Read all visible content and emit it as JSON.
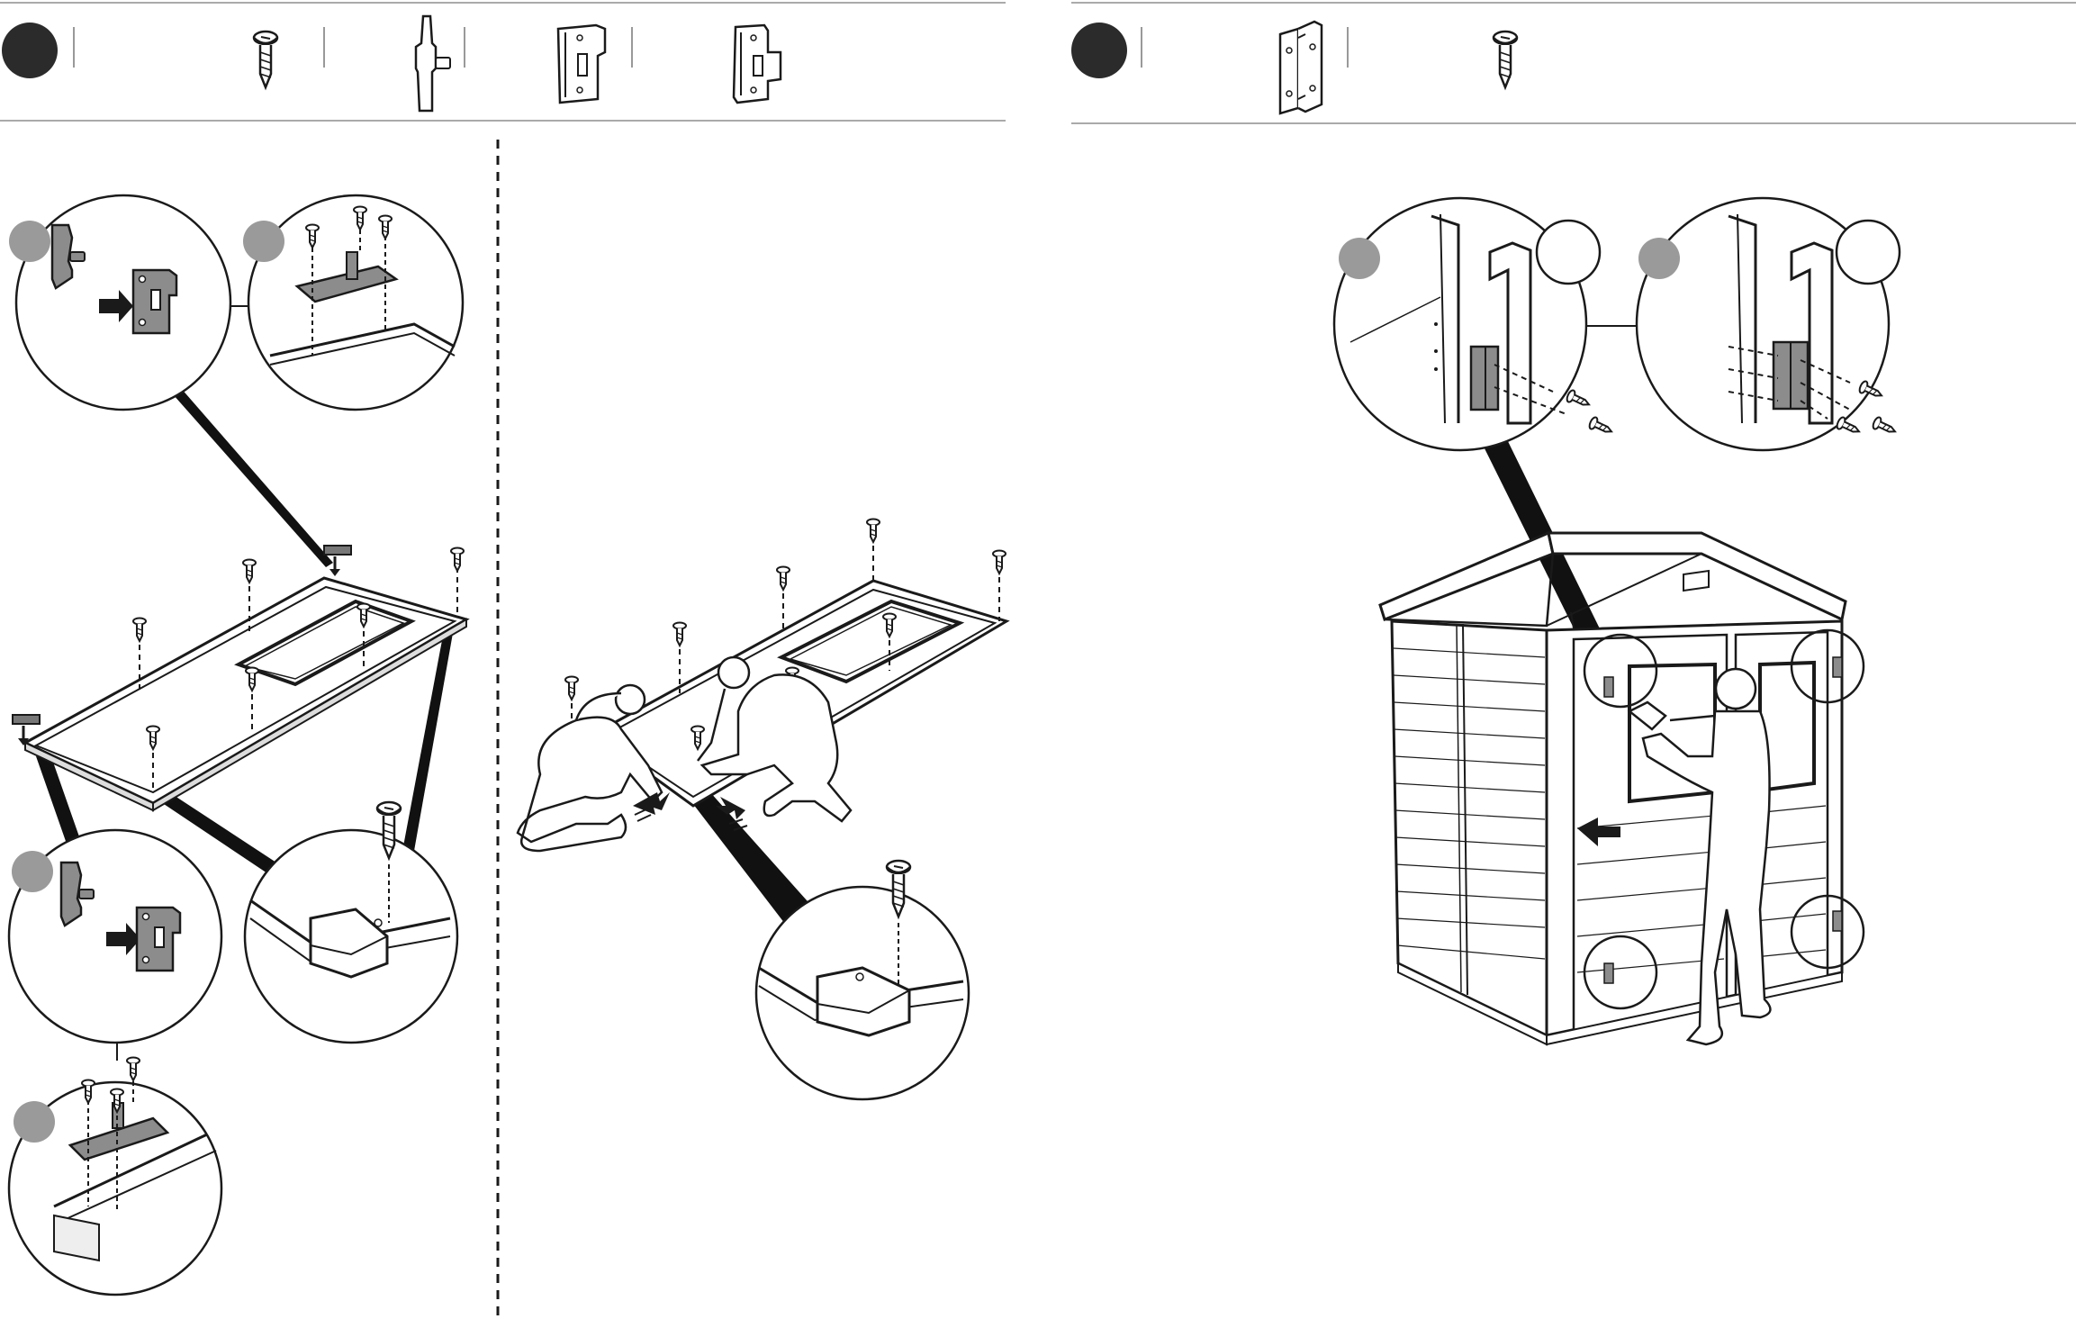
{
  "document": {
    "type": "assembly-instructions",
    "pages": [
      {
        "side": "left",
        "header": {
          "step_badge": "dark-circle",
          "parts": [
            {
              "icon": "screw-icon"
            },
            {
              "icon": "door-latch-bolt-icon"
            },
            {
              "icon": "latch-bracket-icon"
            },
            {
              "icon": "latch-plate-icon"
            }
          ]
        },
        "panels": [
          {
            "name": "door-panel-with-latches",
            "detail_badges": 4
          },
          {
            "name": "two-people-assembling-door",
            "detail_badges": 0
          }
        ]
      },
      {
        "side": "right",
        "header": {
          "step_badge": "dark-circle",
          "parts": [
            {
              "icon": "hinge-icon"
            },
            {
              "icon": "screw-icon"
            }
          ]
        },
        "panels": [
          {
            "name": "hinge-installation-on-shed",
            "detail_badges": 2
          }
        ]
      }
    ],
    "colors": {
      "ink": "#1a1a1a",
      "rule": "#999999",
      "badge_dark": "#2b2b2b",
      "badge_grey": "#9a9a9a",
      "part_fill": "#8c8c8c",
      "zoom_fill": "#111111"
    }
  }
}
